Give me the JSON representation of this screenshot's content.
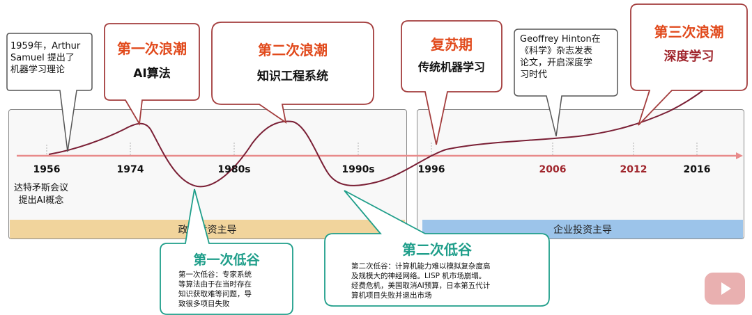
{
  "colors": {
    "accent_red": "#e14a1c",
    "dark_red": "#c0392b",
    "dip_green": "#1f9e8a",
    "timeline": "#e88a8a",
    "curve": "#7a1f35"
  },
  "bands": {
    "left_label": "政府投资主导",
    "right_label": "企业投资主导"
  },
  "timeline": {
    "years": [
      {
        "label": "1956",
        "color": "#111111"
      },
      {
        "label": "1974",
        "color": "#111111"
      },
      {
        "label": "1980s",
        "color": "#111111"
      },
      {
        "label": "1990s",
        "color": "#111111"
      },
      {
        "label": "1996",
        "color": "#111111"
      },
      {
        "label": "2006",
        "color": "#a0262d"
      },
      {
        "label": "2012",
        "color": "#a0262d"
      },
      {
        "label": "2016",
        "color": "#111111"
      }
    ],
    "origin_note": [
      "达特矛斯会议",
      "提出AI概念"
    ]
  },
  "callouts": {
    "samuel": [
      "1959年，Arthur",
      "Samuel 提出了",
      "机器学习理论"
    ],
    "wave1": {
      "title": "第一次浪潮",
      "subtitle": "AI算法"
    },
    "wave2": {
      "title": "第二次浪潮",
      "subtitle": "知识工程系统"
    },
    "recovery": {
      "title": "复苏期",
      "subtitle": "传统机器学习"
    },
    "hinton": [
      "Geoffrey Hinton在",
      "《科学》杂志发表",
      "论文，开启深度学",
      "习时代"
    ],
    "wave3": {
      "title": "第三次浪潮",
      "subtitle": "深度学习"
    },
    "dip1": {
      "title": "第一次低谷",
      "desc": [
        "第一次低谷：专家系统",
        "等算法由于在当时存在",
        "知识获取难等问题，导",
        "致很多项目失败"
      ]
    },
    "dip2": {
      "title": "第二次低谷",
      "desc": [
        "第二次低谷：计算机能力难以模拟复杂度高",
        "及规模大的神经网络。LISP 机市场崩塌。",
        "经费危机，美国取消AI预算，日本第五代计",
        "算机项目失败并退出市场"
      ]
    }
  },
  "icons": {
    "corner": "video-play-icon"
  }
}
